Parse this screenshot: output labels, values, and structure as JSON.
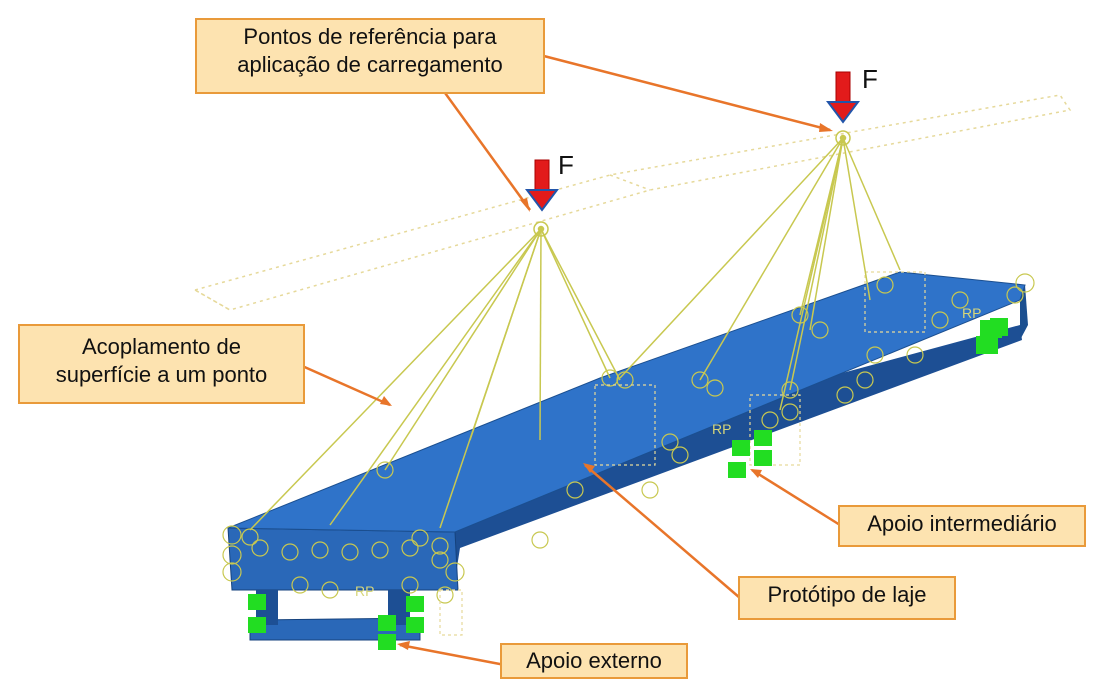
{
  "callouts": {
    "reference_points": {
      "line1": "Pontos de referência para",
      "line2": "aplicação de carregamento"
    },
    "coupling": {
      "line1": "Acoplamento de",
      "line2": "superfície a um ponto"
    },
    "intermediate_support": {
      "label": "Apoio intermediário"
    },
    "prototype": {
      "label": "Protótipo de laje"
    },
    "external_support": {
      "label": "Apoio externo"
    }
  },
  "forces": {
    "left": "F",
    "right": "F"
  },
  "rp_labels": {
    "left": "RP",
    "middle": "RP",
    "right": "RP"
  },
  "colors": {
    "slab_top": "#2f73c9",
    "slab_side": "#1d4f94",
    "support": "#22dd22",
    "force_arrow": "#e21b1b",
    "callout_fill": "#fde3b0",
    "callout_border": "#e99a3a",
    "leader": "#e8752a",
    "coupling_line": "#c8c850"
  }
}
